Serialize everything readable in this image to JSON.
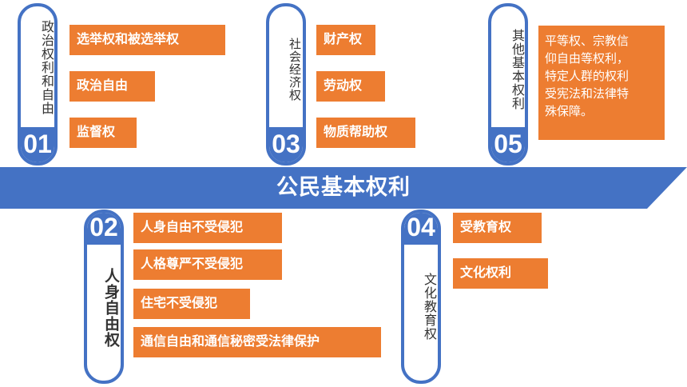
{
  "banner": {
    "title": "公民基本权利",
    "color": "#4472c4"
  },
  "accent_color": "#ed7d31",
  "groups": [
    {
      "number": "01",
      "label": "政治权利和自由",
      "items": [
        "选举权和被选举权",
        "政治自由",
        "监督权"
      ]
    },
    {
      "number": "02",
      "label": "人身自由权",
      "items": [
        "人身自由不受侵犯",
        "人格尊严不受侵犯",
        "住宅不受侵犯",
        "通信自由和通信秘密受法律保护"
      ]
    },
    {
      "number": "03",
      "label": "社会经济权",
      "items": [
        "财产权",
        "劳动权",
        "物质帮助权"
      ]
    },
    {
      "number": "04",
      "label": "文化教育权",
      "items": [
        "受教育权",
        "文化权利"
      ]
    },
    {
      "number": "05",
      "label": "其他基本权利",
      "note": [
        "平等权、宗教信",
        "仰自由等权利，",
        "特定人群的权利",
        "受宪法和法律特",
        "殊保障。"
      ]
    }
  ]
}
